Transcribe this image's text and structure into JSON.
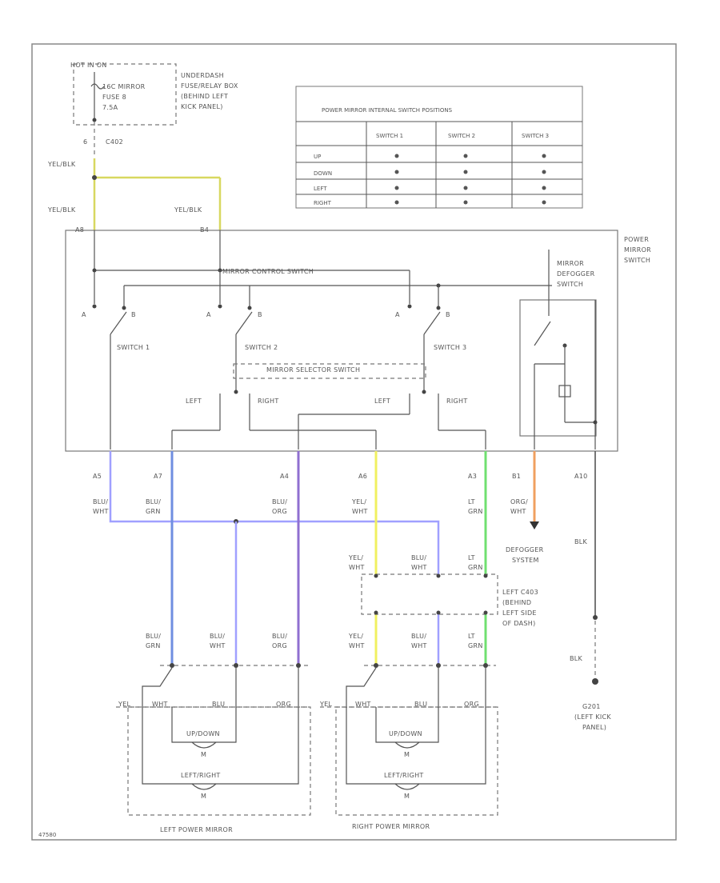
{
  "top": {
    "hot_label": "HOT IN ON",
    "fuse_lines": [
      "16C MIRROR",
      "FUSE 8",
      "7.5A"
    ],
    "box_lines": [
      "UNDERDASH",
      "FUSE/RELAY BOX",
      "(BEHIND LEFT",
      "KICK PANEL)"
    ],
    "pin_label": "6",
    "conn_label": "C402"
  },
  "wires": {
    "yel_blk_1": "YEL/BLK",
    "yel_blk_2": "YEL/BLK",
    "yel_blk_3": "YEL/BLK"
  },
  "pos_table": {
    "title": "POWER MIRROR INTERNAL SWITCH POSITIONS",
    "columns": [
      "SWITCH 1",
      "SWITCH 2",
      "SWITCH 3"
    ],
    "rows": [
      "UP",
      "DOWN",
      "LEFT",
      "RIGHT"
    ]
  },
  "switch": {
    "assembly_label": [
      "POWER",
      "MIRROR",
      "SWITCH"
    ],
    "pin_a8": "A8",
    "pin_b4": "B4",
    "control_switch": "MIRROR CONTROL SWITCH",
    "selector_switch": "MIRROR SELECTOR SWITCH",
    "defog_label": [
      "MIRROR",
      "DEFOGGER",
      "SWITCH"
    ],
    "sw1": "SWITCH 1",
    "sw2": "SWITCH 2",
    "sw3": "SWITCH 3",
    "a": "A",
    "b": "B",
    "left": "LEFT",
    "right": "RIGHT"
  },
  "pins": [
    "A5",
    "A7",
    "A4",
    "A6",
    "A3",
    "B1",
    "A10"
  ],
  "wire_colors": {
    "a5": [
      "BLU/",
      "WHT"
    ],
    "a7": [
      "BLU/",
      "GRN"
    ],
    "a4": [
      "BLU/",
      "ORG"
    ],
    "a6": [
      "YEL/",
      "WHT"
    ],
    "a3": [
      "LT",
      "GRN"
    ],
    "b1": [
      "ORG/",
      "WHT"
    ],
    "blk": "BLK"
  },
  "defogger": [
    "DEFOGGER",
    "SYSTEM"
  ],
  "mid_conn": {
    "wires": [
      [
        "YEL/",
        "WHT"
      ],
      [
        "BLU/",
        "WHT"
      ],
      [
        "LT",
        "GRN"
      ]
    ],
    "label": [
      "LEFT C403",
      "(BEHIND",
      "LEFT SIDE",
      "OF DASH)"
    ]
  },
  "lower_wires": {
    "left": [
      [
        "BLU/",
        "GRN"
      ],
      [
        "BLU/",
        "WHT"
      ],
      [
        "BLU/",
        "ORG"
      ]
    ],
    "right": [
      [
        "YEL/",
        "WHT"
      ],
      [
        "BLU/",
        "WHT"
      ],
      [
        "LT",
        "GRN"
      ]
    ]
  },
  "mirror": {
    "pins": [
      "YEL",
      "WHT",
      "BLU",
      "ORG"
    ],
    "motor_updown": "UP/DOWN",
    "motor_leftright": "LEFT/RIGHT",
    "motor": "M",
    "left_name": "LEFT POWER MIRROR",
    "right_name": "RIGHT POWER MIRROR"
  },
  "ground": {
    "label": [
      "G201",
      "(LEFT KICK",
      "PANEL)"
    ]
  },
  "figure_id": "47580"
}
